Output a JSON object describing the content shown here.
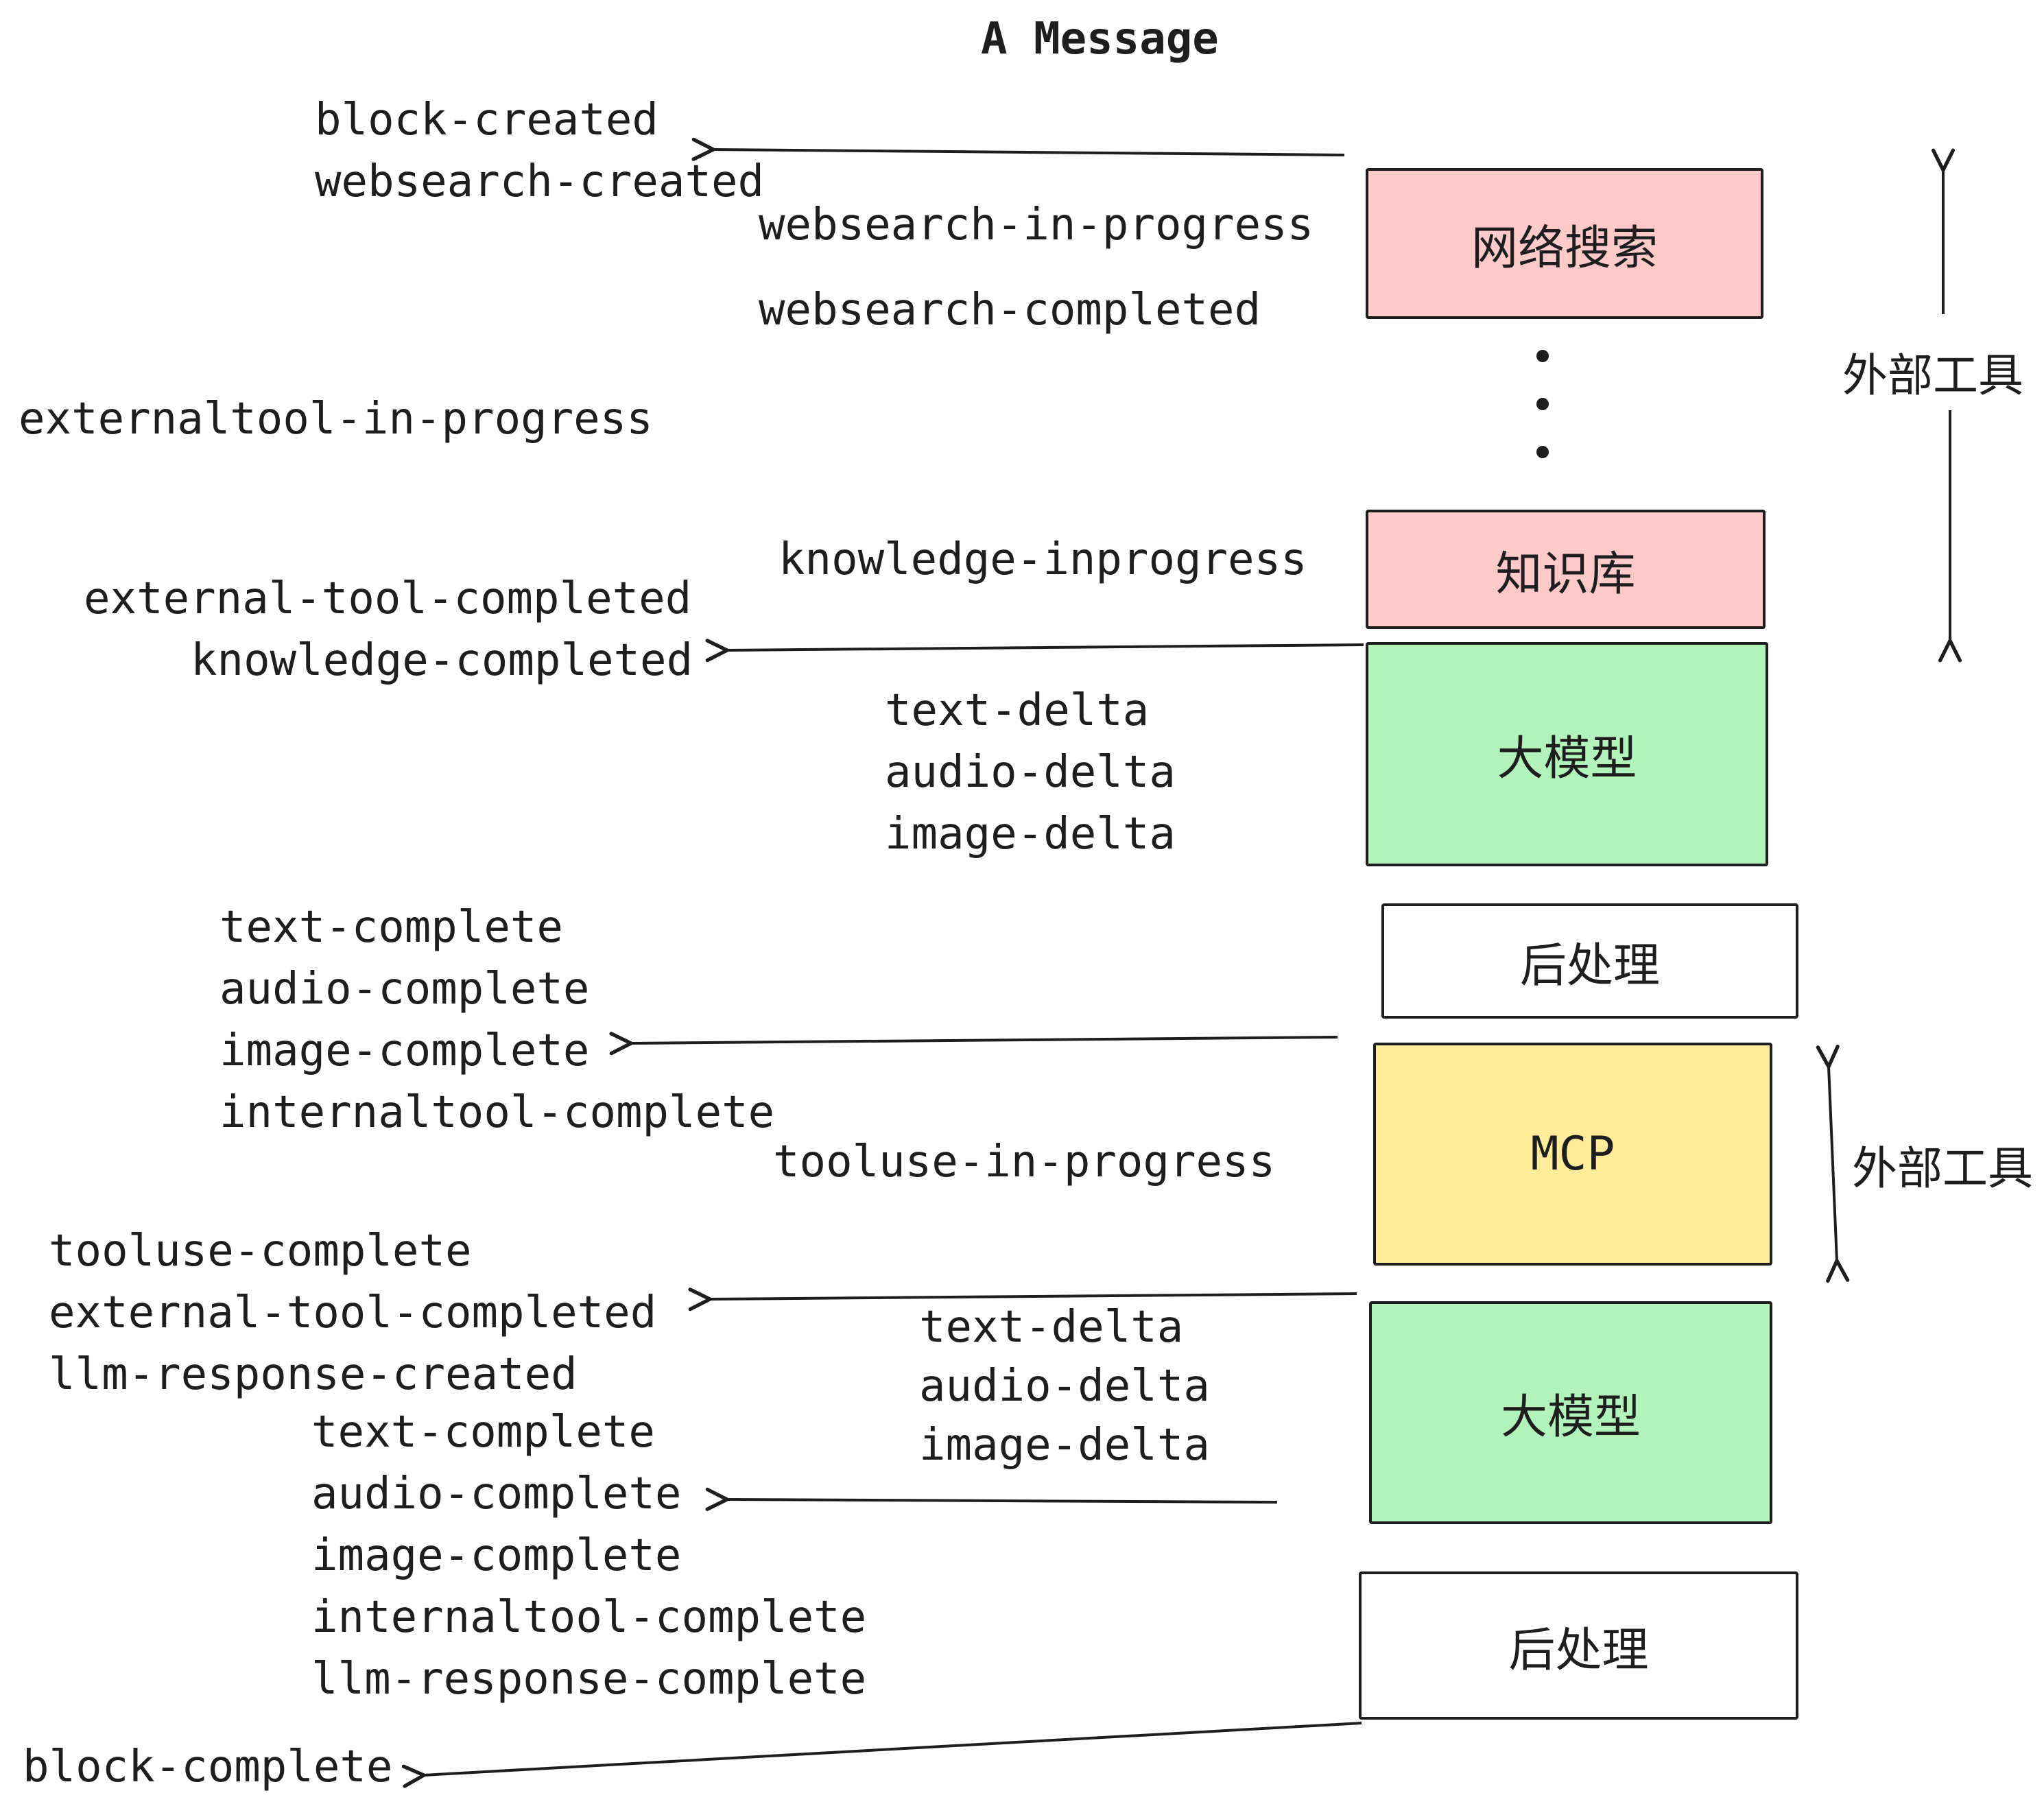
{
  "title": "A Message",
  "events": {
    "block_created": "block-created",
    "websearch_created": "websearch-created",
    "websearch_in_progress": "websearch-in-progress",
    "websearch_completed": "websearch-completed",
    "externaltool_in_progress": "externaltool-in-progress",
    "knowledge_inprogress": "knowledge-inprogress",
    "external_tool_completed_1": "external-tool-completed",
    "knowledge_completed": "knowledge-completed",
    "text_delta_1": "text-delta",
    "audio_delta_1": "audio-delta",
    "image_delta_1": "image-delta",
    "text_complete_1": "text-complete",
    "audio_complete_1": "audio-complete",
    "image_complete_1": "image-complete",
    "internaltool_complete_1": "internaltool-complete",
    "tooluse_in_progress": "tooluse-in-progress",
    "tooluse_complete": "tooluse-complete",
    "external_tool_completed_2": "external-tool-completed",
    "llm_response_created": "llm-response-created",
    "text_delta_2": "text-delta",
    "audio_delta_2": "audio-delta",
    "image_delta_2": "image-delta",
    "text_complete_2": "text-complete",
    "audio_complete_2": "audio-complete",
    "image_complete_2": "image-complete",
    "internaltool_complete_2": "internaltool-complete",
    "llm_response_complete": "llm-response-complete",
    "block_complete": "block-complete"
  },
  "boxes": {
    "websearch": {
      "label": "网络搜索",
      "bg": "#ffc9c9"
    },
    "knowledge": {
      "label": "知识库",
      "bg": "#ffc9c9"
    },
    "llm1": {
      "label": "大模型",
      "bg": "#b2f2bb"
    },
    "post1": {
      "label": "后处理",
      "bg": "#ffffff"
    },
    "mcp": {
      "label": "MCP",
      "bg": "#ffec99"
    },
    "llm2": {
      "label": "大模型",
      "bg": "#b2f2bb"
    },
    "post2": {
      "label": "后处理",
      "bg": "#ffffff"
    }
  },
  "annotations": {
    "external_tools_top": "外部工具",
    "external_tools_mcp": "外部工具"
  },
  "colors": {
    "stroke": "#1e1e1e",
    "text": "#1e1e1e",
    "background": "#ffffff",
    "pink": "#ffc9c9",
    "green": "#b2f2bb",
    "yellow": "#ffec99"
  }
}
